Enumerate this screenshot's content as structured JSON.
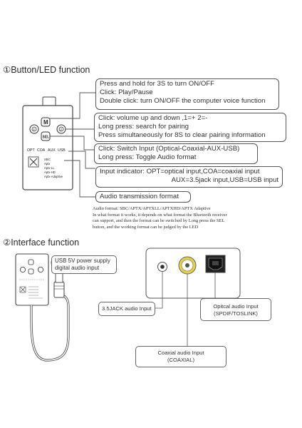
{
  "section1": {
    "title": "①Button/LED function",
    "callouts": {
      "power": [
        "Press and hold for 3S to turn ON/OFF",
        "Click: Play/Pause",
        "Double click: turn ON/OFF the computer voice function"
      ],
      "volume": [
        "Click: volume up and down ,1=+  2=-",
        "Long press: search for pairing",
        "Press simultaneously for 8S to clear pairing information"
      ],
      "sel": [
        "Click: Switch Input (Optical-Coaxial-AUX-USB)",
        "Long press: Toggle Audio format"
      ],
      "input": [
        "Input indicator: OPT=optical input,COA=coaxial input",
        "AUX=3.5jack input,USB=USB input"
      ],
      "format": "Audio transmission format"
    },
    "note": [
      "Audio format: SBC/APTX/APTXLL/APTXHD/APTX Adaptive",
      "In what format it works, it depends on what format the Bluetooth receiver",
      "can support, and then the format can be switched by Long press the SEL",
      "button, and the working format can be judged by the  LED"
    ],
    "device": {
      "btn_m": "M",
      "btn_sel": "SEL",
      "btn_1": "1",
      "btn_2": "2",
      "inputs": [
        "OPT",
        "COA",
        "AUX",
        "USB"
      ],
      "formats": [
        "SBC",
        "Aptx",
        "Aptx-LL",
        "Aptx-HD",
        "Aptx-Adaptive"
      ]
    }
  },
  "section2": {
    "title": "②Interface function",
    "usb_label": [
      "USB 5V power supply",
      "digital audio input"
    ],
    "jack_label": "3.5JACK audio Input",
    "coax_label": [
      "Coaxial audio Input",
      "(COAXIAL)"
    ],
    "optical_label": [
      "Opitcal audio Input",
      "(SPDIF/TOSLINK)"
    ]
  },
  "colors": {
    "coax_ring": "#e8d43a",
    "line": "#555555"
  }
}
